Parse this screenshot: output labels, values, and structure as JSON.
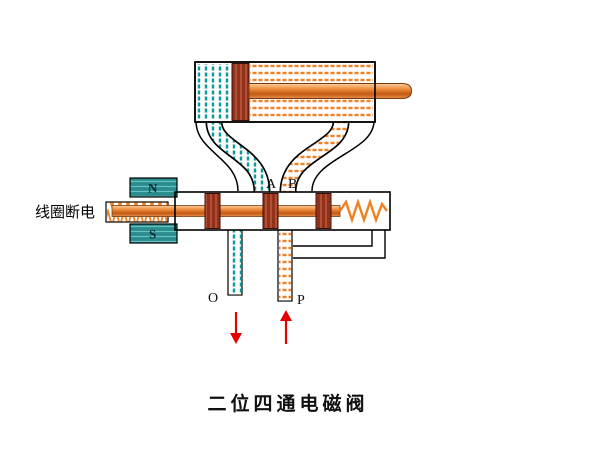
{
  "diagram": {
    "title": "二位四通电磁阀",
    "coil_state_label": "线圈断电",
    "magnets": {
      "north": "N",
      "south": "S"
    },
    "ports": {
      "a": "A",
      "b": "B",
      "o": "O",
      "p": "P"
    }
  },
  "colors": {
    "teal_hatch": "#0a9a9a",
    "orange_hatch": "#f08020",
    "rod_orange": "#e08030",
    "land_maroon": "#93301c",
    "magnet_teal": "#2a8c8c",
    "arrow_red": "#e60000",
    "outline_black": "#000000",
    "background": "#ffffff"
  }
}
